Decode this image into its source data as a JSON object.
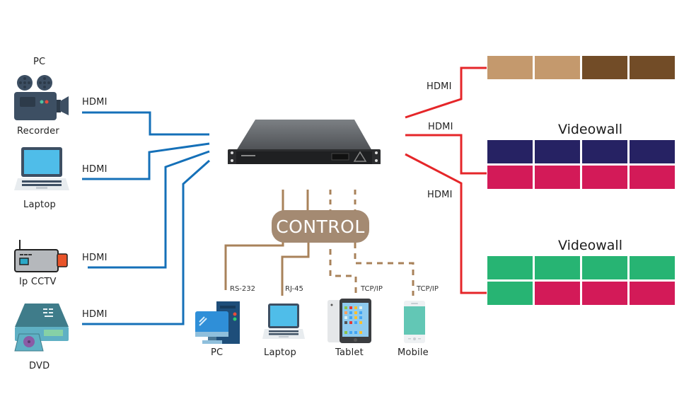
{
  "inputs": [
    {
      "top_label": "PC",
      "label": "Recorder",
      "icon": "video-camera-icon",
      "link": "HDMI"
    },
    {
      "label": "Laptop",
      "icon": "laptop-icon",
      "link": "HDMI"
    },
    {
      "label": "Ip CCTV",
      "icon": "ip-camera-icon",
      "link": "HDMI"
    },
    {
      "label": "DVD",
      "icon": "dvd-player-icon",
      "link": "HDMI"
    }
  ],
  "outputs": [
    {
      "link": "HDMI",
      "title": "",
      "rows": [
        [
          "#c4996d",
          "#c4996d",
          "#724c27",
          "#724c27"
        ]
      ]
    },
    {
      "link": "HDMI",
      "title": "Videowall",
      "rows": [
        [
          "#262263",
          "#262263",
          "#262263",
          "#262263"
        ],
        [
          "#d31a58",
          "#d31a58",
          "#d31a58",
          "#d31a58"
        ]
      ]
    },
    {
      "link": "HDMI",
      "title": "Videowall",
      "rows": [
        [
          "#27b473",
          "#27b473",
          "#27b473",
          "#27b473"
        ],
        [
          "#27b473",
          "#d31a58",
          "#d31a58",
          "#d31a58"
        ]
      ]
    }
  ],
  "control": {
    "label": "CONTROL",
    "clients": [
      {
        "label": "PC",
        "link": "RS-232",
        "icon": "desktop-pc-icon"
      },
      {
        "label": "Laptop",
        "link": "RJ-45",
        "icon": "laptop-icon"
      },
      {
        "label": "Tablet",
        "link": "TCP/IP",
        "icon": "tablet-icon"
      },
      {
        "label": "Mobile",
        "link": "TCP/IP",
        "icon": "mobile-phone-icon"
      }
    ]
  },
  "colors": {
    "input_wire": "#1570b8",
    "output_wire": "#e52629",
    "control_wire": "#a8825a",
    "control_pill": "#a48a72"
  }
}
